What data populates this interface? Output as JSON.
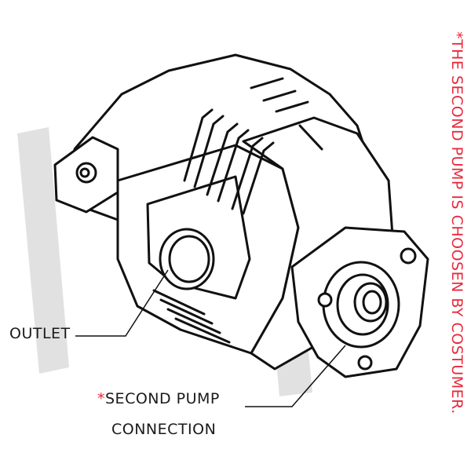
{
  "labels": {
    "outlet": "OUTLET",
    "second_pump_asterisk": "*",
    "second_pump_line1": "SECOND PUMP",
    "second_pump_line2": "CONNECTION"
  },
  "side_note": "*THE SECOND PUMP IS CHOOSEN BY COSTUMER.",
  "colors": {
    "accent": "#e8283c",
    "line": "#111111",
    "watermark": "#dcdcdc"
  },
  "icons": {
    "watermark": "brand-watermark-logo",
    "pump": "hydraulic-gear-pump-drawing"
  }
}
